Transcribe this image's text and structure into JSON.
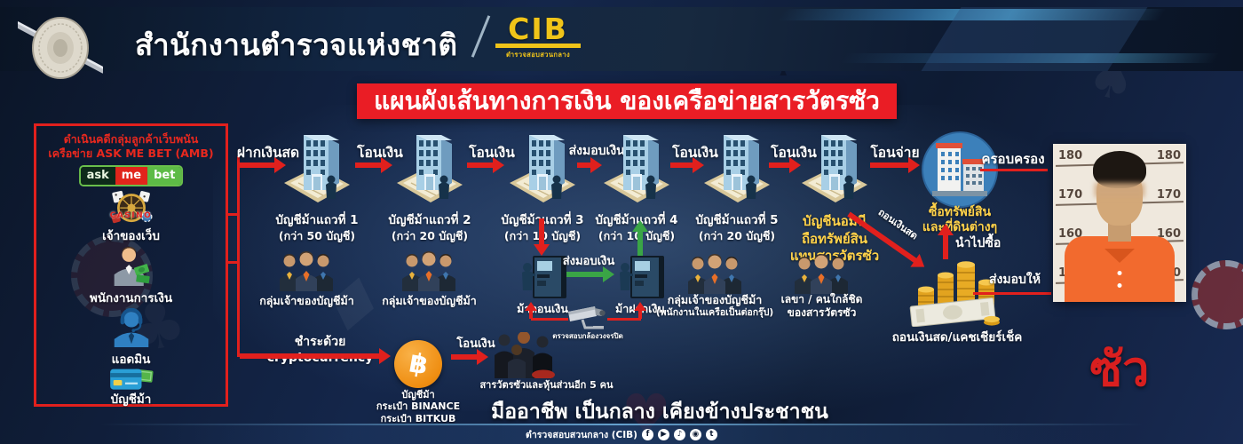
{
  "header": {
    "org_name": "สำนักงานตำรวจแห่งชาติ",
    "cib_acronym": "CIB",
    "cib_subtitle": "ตำรวจสอบสวนกลาง"
  },
  "banner": {
    "title": "แผนผังเส้นทางการเงิน ของเครือข่ายสารวัตรซัว"
  },
  "left_panel": {
    "heading_line1": "ดำเนินคดีกลุ่มลูกค้าเว็บพนัน",
    "heading_line2": "เครือข่าย ASK ME BET (AMB)",
    "amb_logo": {
      "ask": "ask",
      "me": "me",
      "bet": "bet"
    },
    "casino_text": "CASINO",
    "items": [
      {
        "icon": "casino-icon",
        "label": "เจ้าของเว็บ"
      },
      {
        "icon": "finance-officer-icon",
        "label": "พนักงานการเงิน"
      },
      {
        "icon": "admin-headset-icon",
        "label": "แอดมิน"
      },
      {
        "icon": "bank-card-icon",
        "label": "บัญชีม้า"
      }
    ]
  },
  "flow": {
    "arrows": {
      "deposit_cash": "ฝากเงินสด",
      "transfer_1": "โอนเงิน",
      "transfer_2": "โอนเงิน",
      "handover_cash": "ส่งมอบเงินสด",
      "transfer_3": "โอนเงิน",
      "transfer_4": "โอนเงิน",
      "transfer_pay": "โอนจ่าย",
      "possess": "ครอบครอง",
      "handover_money": "ส่งมอบเงิน",
      "withdraw_diagonal": "ถอนเงินสด",
      "take_to_buy": "นำไปซื้อ",
      "handover_to": "ส่งมอบให้",
      "pay_crypto": "ชำระด้วย cryptocurrency",
      "transfer_crypto": "โอนเงิน"
    },
    "banks": [
      {
        "line1": "บัญชีม้าแถวที่ 1",
        "line2": "(กว่า 50 บัญชี)"
      },
      {
        "line1": "บัญชีม้าแถวที่ 2",
        "line2": "(กว่า 20 บัญชี)"
      },
      {
        "line1": "บัญชีม้าแถวที่ 3",
        "line2": "(กว่า 10 บัญชี)"
      },
      {
        "line1": "บัญชีม้าแถวที่ 4",
        "line2": "(กว่า 10 บัญชี)"
      },
      {
        "line1": "บัญชีม้าแถวที่ 5",
        "line2": "(กว่า 20 บัญชี)"
      }
    ],
    "nominee": {
      "line1": "บัญชีนอมินี",
      "line2": "ถือทรัพย์สิน",
      "line3": "แทนสารวัตรซัว"
    },
    "groups": {
      "g1": "กลุ่มเจ้าของบัญชีม้า",
      "g2": "กลุ่มเจ้าของบัญชีม้า",
      "g3_line1": "กลุ่มเจ้าของบัญชีม้า",
      "g3_line2": "(พนักงานในเครือเป็นต่อกรุ๊ป)",
      "g4_line1": "เลขา / คนใกล้ชิด",
      "g4_line2": "ของสารวัตรซัว"
    },
    "atm_withdraw": "ม้าถอนเงิน",
    "atm_deposit": "ม้าฝากเงิน",
    "cctv_label": "ตรวจสอบกล้องวงจรปิด",
    "crypto": {
      "wallet_line1": "บัญชีม้า",
      "wallet_line2": "กระเป๋า BINANCE",
      "wallet_line3": "กระเป๋า BITKUB",
      "partners": "สารวัตรซัวและหุ้นส่วนอีก 5 คน"
    },
    "assets": {
      "buy_line1": "ซื้อทรัพย์สิน",
      "buy_line2": "และที่ดินต่างๆ",
      "withdraw_cashier": "ถอนเงินสด/แคชเชียร์เช็ค"
    }
  },
  "suspect": {
    "name": "ซัว",
    "height_marks": [
      "180",
      "170",
      "160",
      "150"
    ]
  },
  "footer": {
    "slogan": "มืออาชีพ เป็นกลาง เคียงข้างประชาชน",
    "org_line": "ตำรวจสอบสวนกลาง (CIB)",
    "social_icons": [
      "facebook",
      "youtube",
      "tiktok",
      "instagram",
      "twitter"
    ]
  },
  "colors": {
    "accent_red": "#e1201d",
    "banner_red": "#ea1d25",
    "accent_yellow": "#ffd24a",
    "cib_yellow": "#f0c419",
    "arrow_green": "#3aa546",
    "bg_navy": "#101c33"
  }
}
